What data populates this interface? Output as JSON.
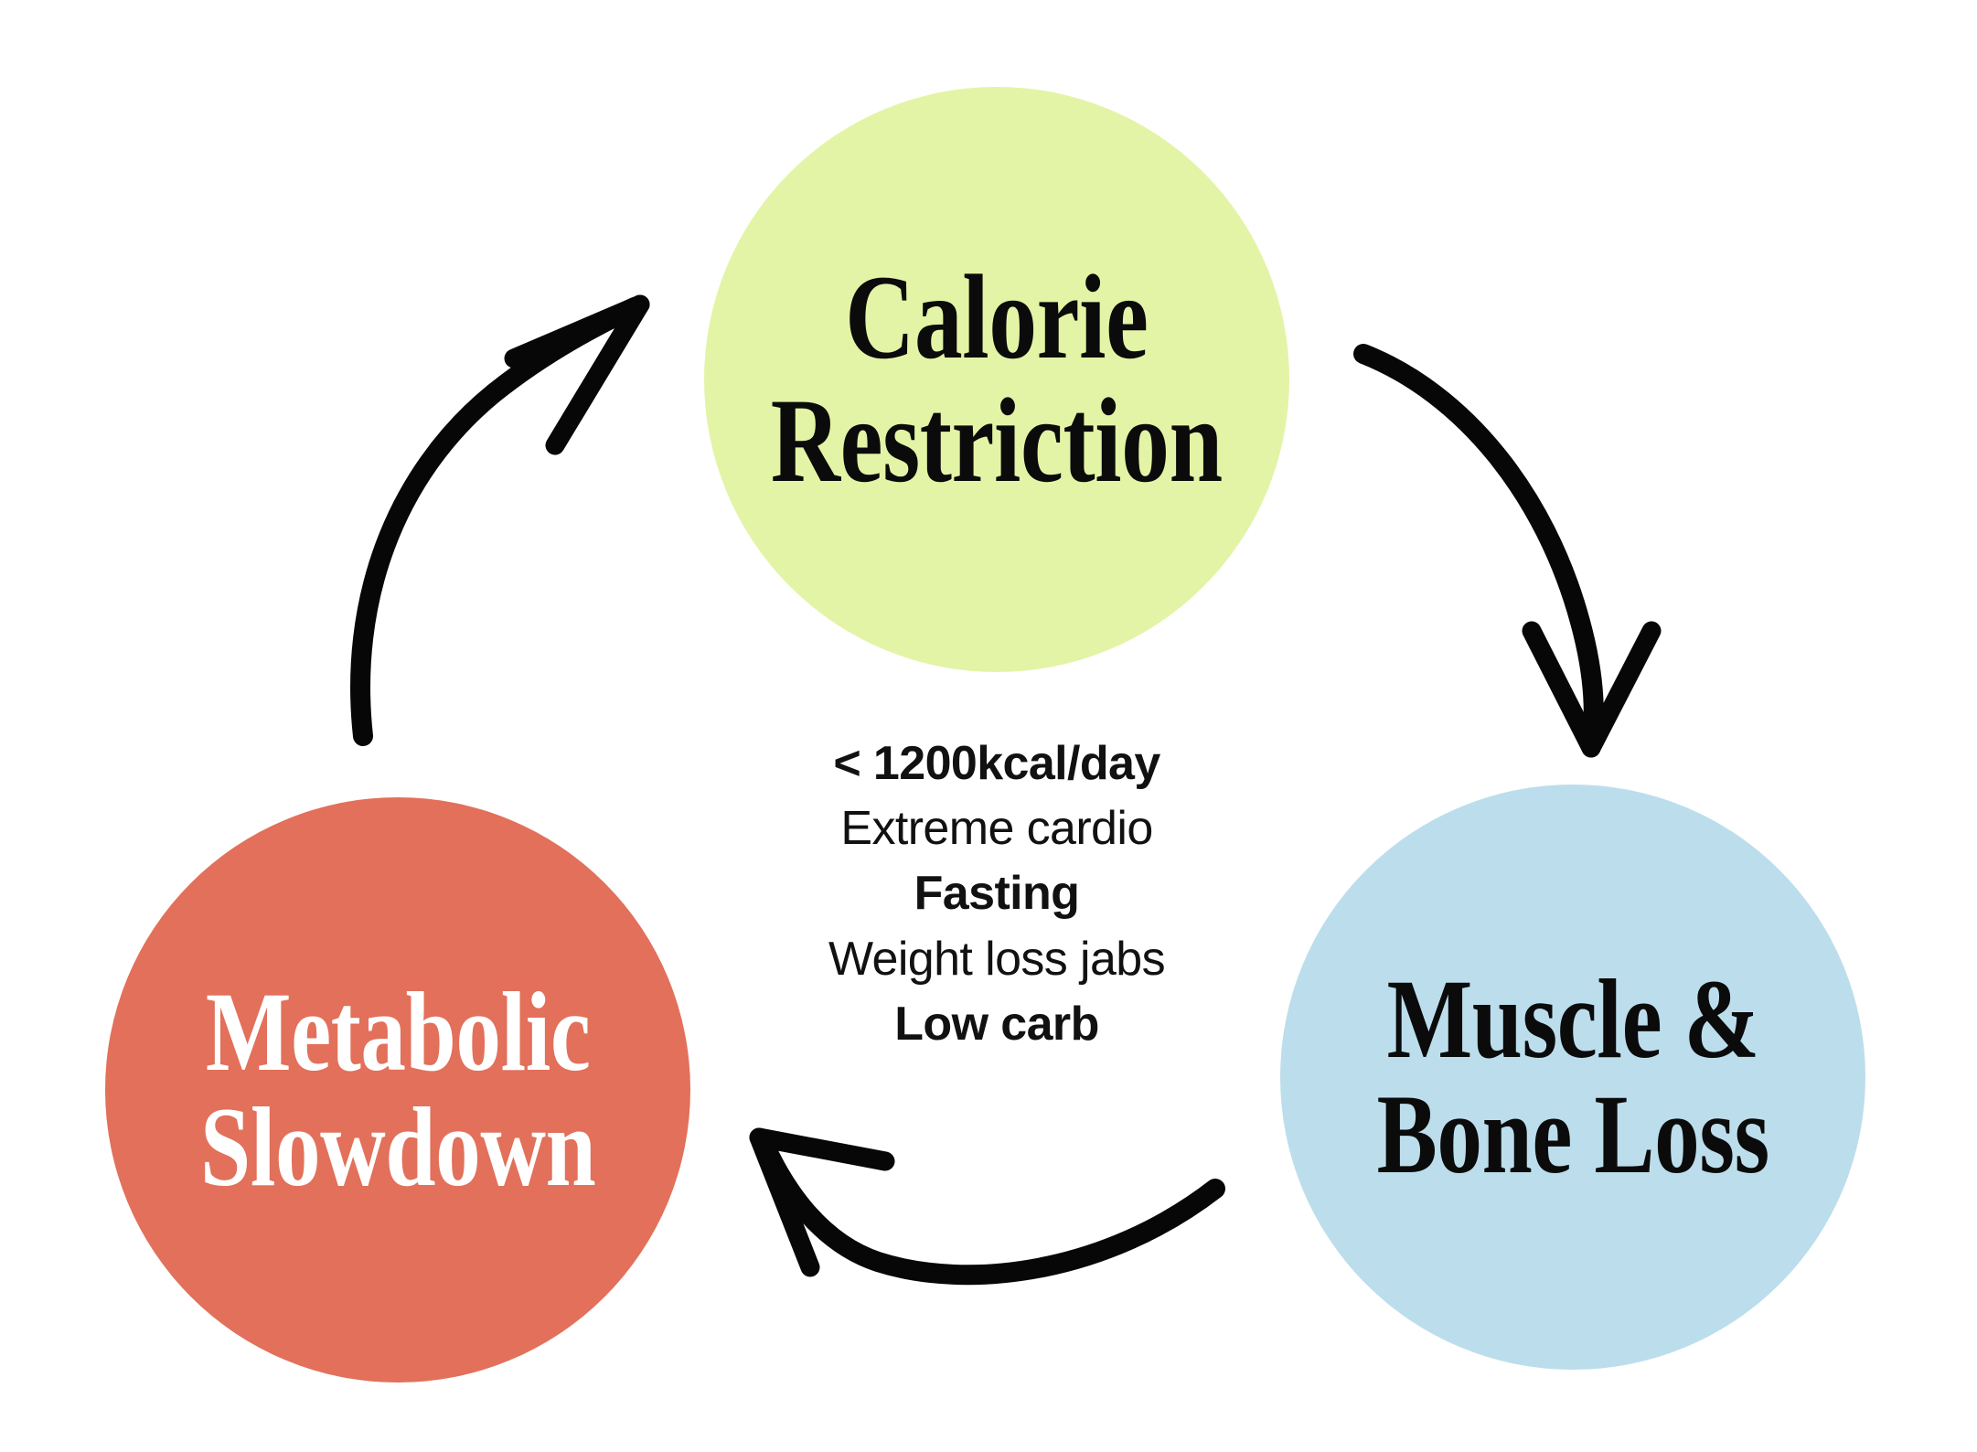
{
  "diagram": {
    "title_visible": false,
    "background_color": "#FFFFFF",
    "type": "cycle-diagram",
    "nodes": [
      {
        "id": "calorie-restriction",
        "label": "Calorie\nRestriction",
        "fill_color": "#E3F4A6",
        "text_color": "#0B0B0B",
        "position": "top-center"
      },
      {
        "id": "metabolic-slowdown",
        "label": "Metabolic\nSlowdown",
        "fill_color": "#E2705A",
        "text_color": "#FFFFFF",
        "position": "bottom-left"
      },
      {
        "id": "muscle-bone-loss",
        "label": "Muscle &\nBone Loss",
        "fill_color": "#BCDEEC",
        "text_color": "#0B0B0B",
        "position": "bottom-right"
      }
    ],
    "arrows": [
      {
        "id": "arrow-metabolic-to-calorie",
        "from": "metabolic-slowdown",
        "to": "calorie-restriction",
        "style": "hand-drawn-curve",
        "color": "#070707"
      },
      {
        "id": "arrow-calorie-to-muscle",
        "from": "calorie-restriction",
        "to": "muscle-bone-loss",
        "style": "hand-drawn-curve",
        "color": "#070707"
      },
      {
        "id": "arrow-muscle-to-metabolic",
        "from": "muscle-bone-loss",
        "to": "metabolic-slowdown",
        "style": "hand-drawn-curve",
        "color": "#070707"
      }
    ]
  },
  "center_list": {
    "items": [
      {
        "text": "< 1200kcal/day",
        "weight": "bold"
      },
      {
        "text": "Extreme cardio",
        "weight": "regular"
      },
      {
        "text": "Fasting",
        "weight": "bold"
      },
      {
        "text": "Weight loss jabs",
        "weight": "regular"
      },
      {
        "text": "Low carb",
        "weight": "bold"
      }
    ]
  }
}
